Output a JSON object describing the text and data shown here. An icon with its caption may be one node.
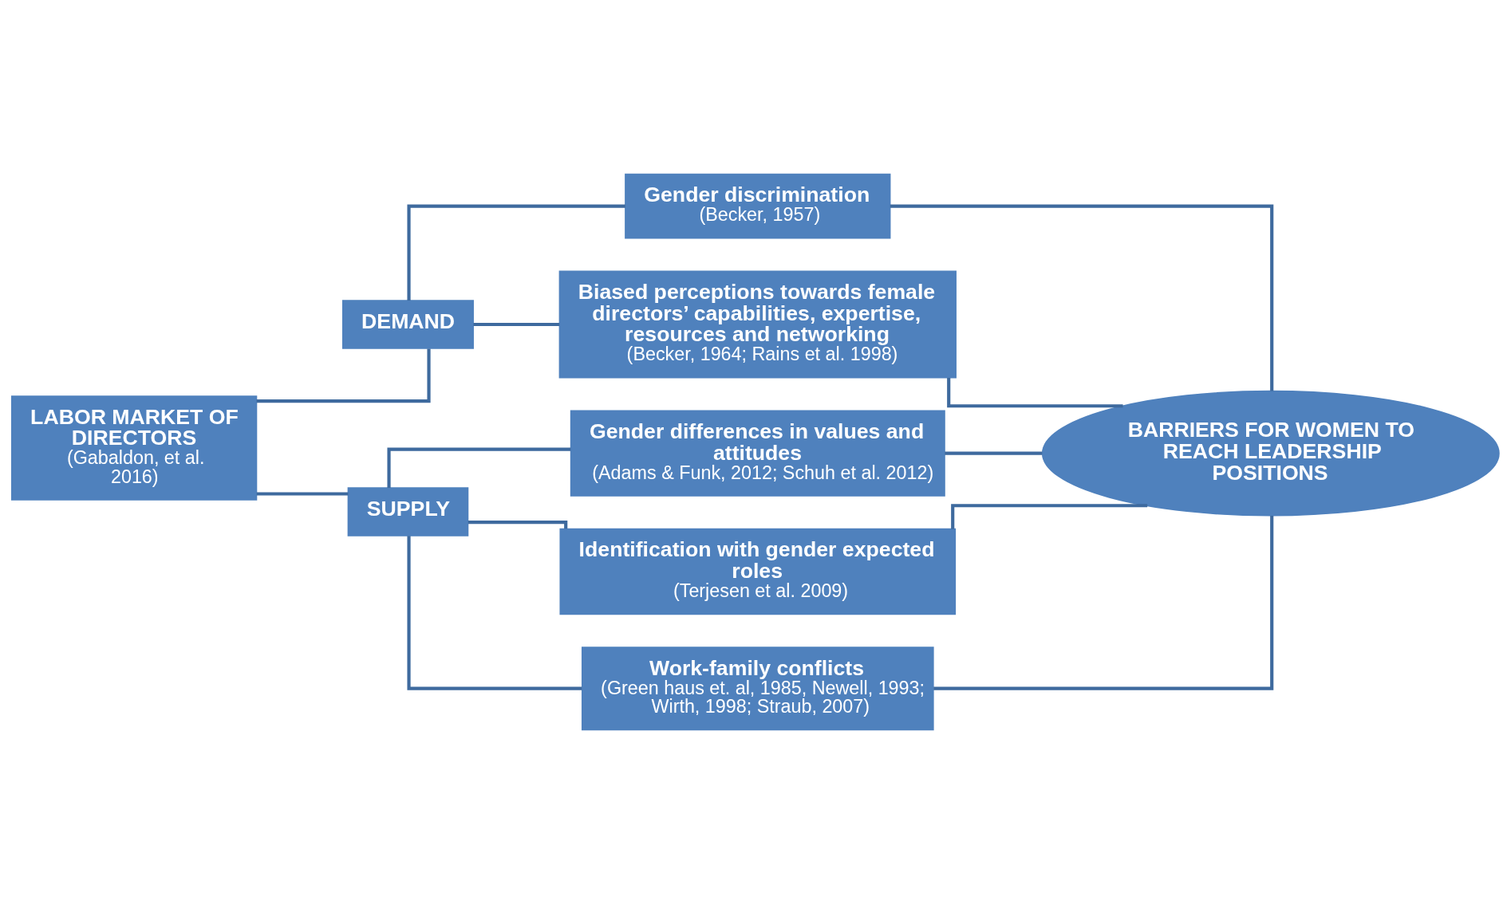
{
  "diagram": {
    "nodes": [
      {
        "text": [
          "LABOR MARKET OF DIRECTORS",
          "(Gabaldon, et al. 2016)"
        ]
      },
      {
        "text": [
          "DEMAND"
        ]
      },
      {
        "text": [
          "SUPPLY"
        ]
      },
      {
        "text": [
          "Gender discrimination",
          "(Becker, 1957)"
        ]
      },
      {
        "text": [
          "Biased perceptions towards female directors’ capabilities, expertise, resources and networking",
          "(Becker, 1964; Rains et al. 1998)"
        ]
      },
      {
        "text": [
          "Gender differences in values and attitudes",
          "(Adams & Funk, 2012; Schuh et al. 2012)"
        ]
      },
      {
        "text": [
          "Identification with gender expected roles",
          "(Terjesen et al. 2009)"
        ]
      },
      {
        "text": [
          "Work-family conflicts",
          "(Green haus et. al, 1985, Newell, 1993; Wirth, 1998; Straub, 2007)"
        ]
      },
      {
        "text": [
          "BARRIERS FOR WOMEN TO REACH LEADERSHIP POSITIONS"
        ]
      }
    ],
    "edges": [
      {
        "from": 0,
        "to": 1,
        "arrow": "none"
      },
      {
        "from": 0,
        "to": 2,
        "arrow": "none"
      },
      {
        "from": 1,
        "to": 3,
        "arrow": "none"
      },
      {
        "from": 1,
        "to": 4,
        "arrow": "none"
      },
      {
        "from": 2,
        "to": 5,
        "arrow": "none"
      },
      {
        "from": 2,
        "to": 6,
        "arrow": "none"
      },
      {
        "from": 2,
        "to": 7,
        "arrow": "none"
      },
      {
        "from": 3,
        "to": 8,
        "arrow": "none"
      },
      {
        "from": 4,
        "to": 8,
        "arrow": "none"
      },
      {
        "from": 5,
        "to": 8,
        "arrow": "none"
      },
      {
        "from": 6,
        "to": 8,
        "arrow": "none"
      },
      {
        "from": 7,
        "to": 8,
        "arrow": "none"
      }
    ]
  }
}
